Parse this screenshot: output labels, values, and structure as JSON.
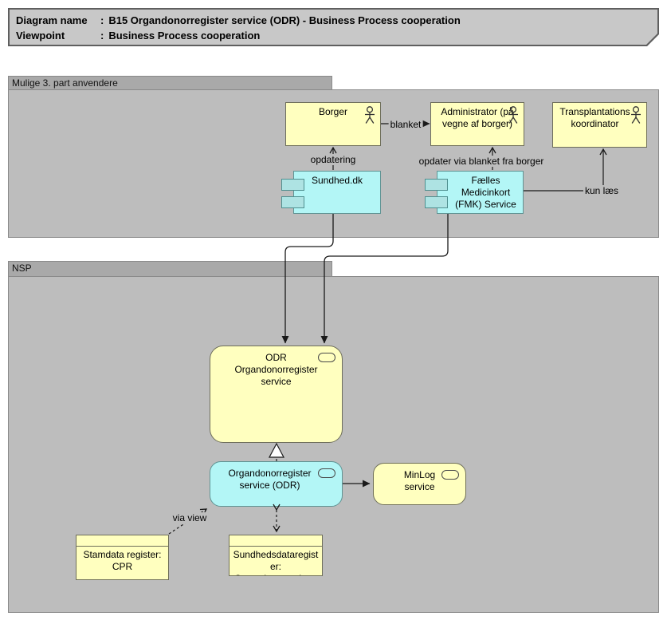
{
  "title": {
    "colon": ":",
    "rows": [
      {
        "label": "Diagram name",
        "value": "B15 Organdonorregister service (ODR) - Business Process cooperation"
      },
      {
        "label": "Viewpoint",
        "value": "Business Process cooperation"
      }
    ]
  },
  "groups": [
    {
      "name": "Mulige 3. part anvendere"
    },
    {
      "name": "NSP"
    }
  ],
  "nodes": {
    "borger": {
      "label": "Borger",
      "type": "business-actor"
    },
    "administrator": {
      "label": "Administrator (på vegne af borger)",
      "type": "business-actor"
    },
    "transplantationskoordinator": {
      "label": "Transplantations koordinator",
      "type": "business-actor"
    },
    "sundheddk": {
      "label": "Sundhed.dk",
      "type": "application-component"
    },
    "fmk": {
      "label": "Fælles Medicinkort (FMK) Service",
      "type": "application-component"
    },
    "odr": {
      "label": "ODR\nOrgandonorregister service",
      "type": "service"
    },
    "odr_service": {
      "label": "Organdonorregister service (ODR)",
      "type": "service"
    },
    "minlog": {
      "label": "MinLog\nservice",
      "type": "service"
    },
    "stamdata_cpr": {
      "label": "Stamdata register:\nCPR",
      "type": "data-object"
    },
    "sundhedsdataregister": {
      "label": "Sundhedsdataregister: Organdonorregister",
      "type": "data-object"
    }
  },
  "connector_labels": {
    "blanket": "blanket",
    "opdatering": "opdatering",
    "opdater_via_blanket": "opdater via blanket fra borger",
    "kun_laes": "kun læs",
    "via_view": "via view"
  },
  "colors": {
    "note_fill": "#c8c8c8",
    "group_tab": "#a9a9a9",
    "group_body": "#bdbdbd",
    "actor_fill": "#ffffbf",
    "component_fill": "#b3f6f6",
    "line": "#1a1a1a"
  }
}
